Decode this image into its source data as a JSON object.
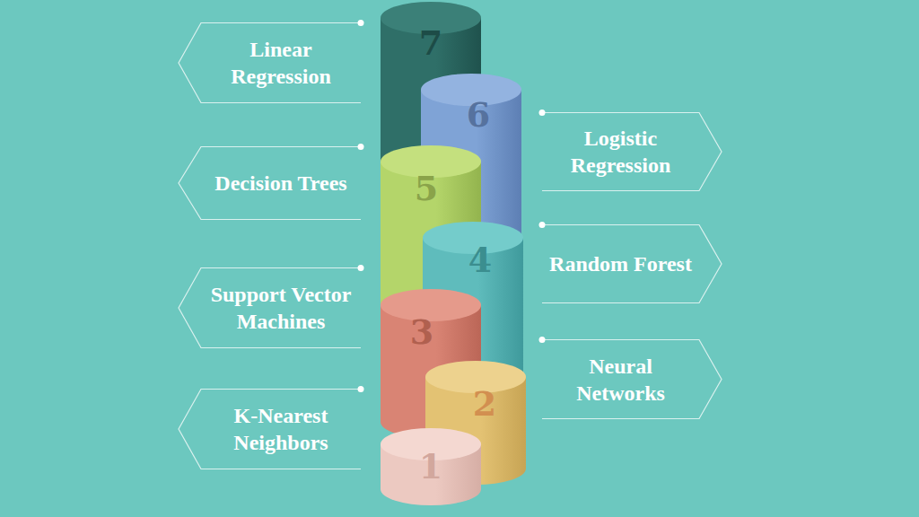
{
  "diagram": {
    "nodes": [
      {
        "text": [
          "Linear Regression"
        ]
      },
      {
        "text": [
          "Logistic Regression"
        ]
      },
      {
        "text": [
          "Decision Trees"
        ]
      },
      {
        "text": [
          "Random Forest"
        ]
      },
      {
        "text": [
          "Support Vector Machines"
        ]
      },
      {
        "text": [
          "Neural Networks"
        ]
      },
      {
        "text": [
          "K-Nearest Neighbors"
        ]
      },
      {
        "text": [
          "7"
        ]
      },
      {
        "text": [
          "6"
        ]
      },
      {
        "text": [
          "5"
        ]
      },
      {
        "text": [
          "4"
        ]
      },
      {
        "text": [
          "3"
        ]
      },
      {
        "text": [
          "2"
        ]
      },
      {
        "text": [
          "1"
        ]
      }
    ]
  }
}
